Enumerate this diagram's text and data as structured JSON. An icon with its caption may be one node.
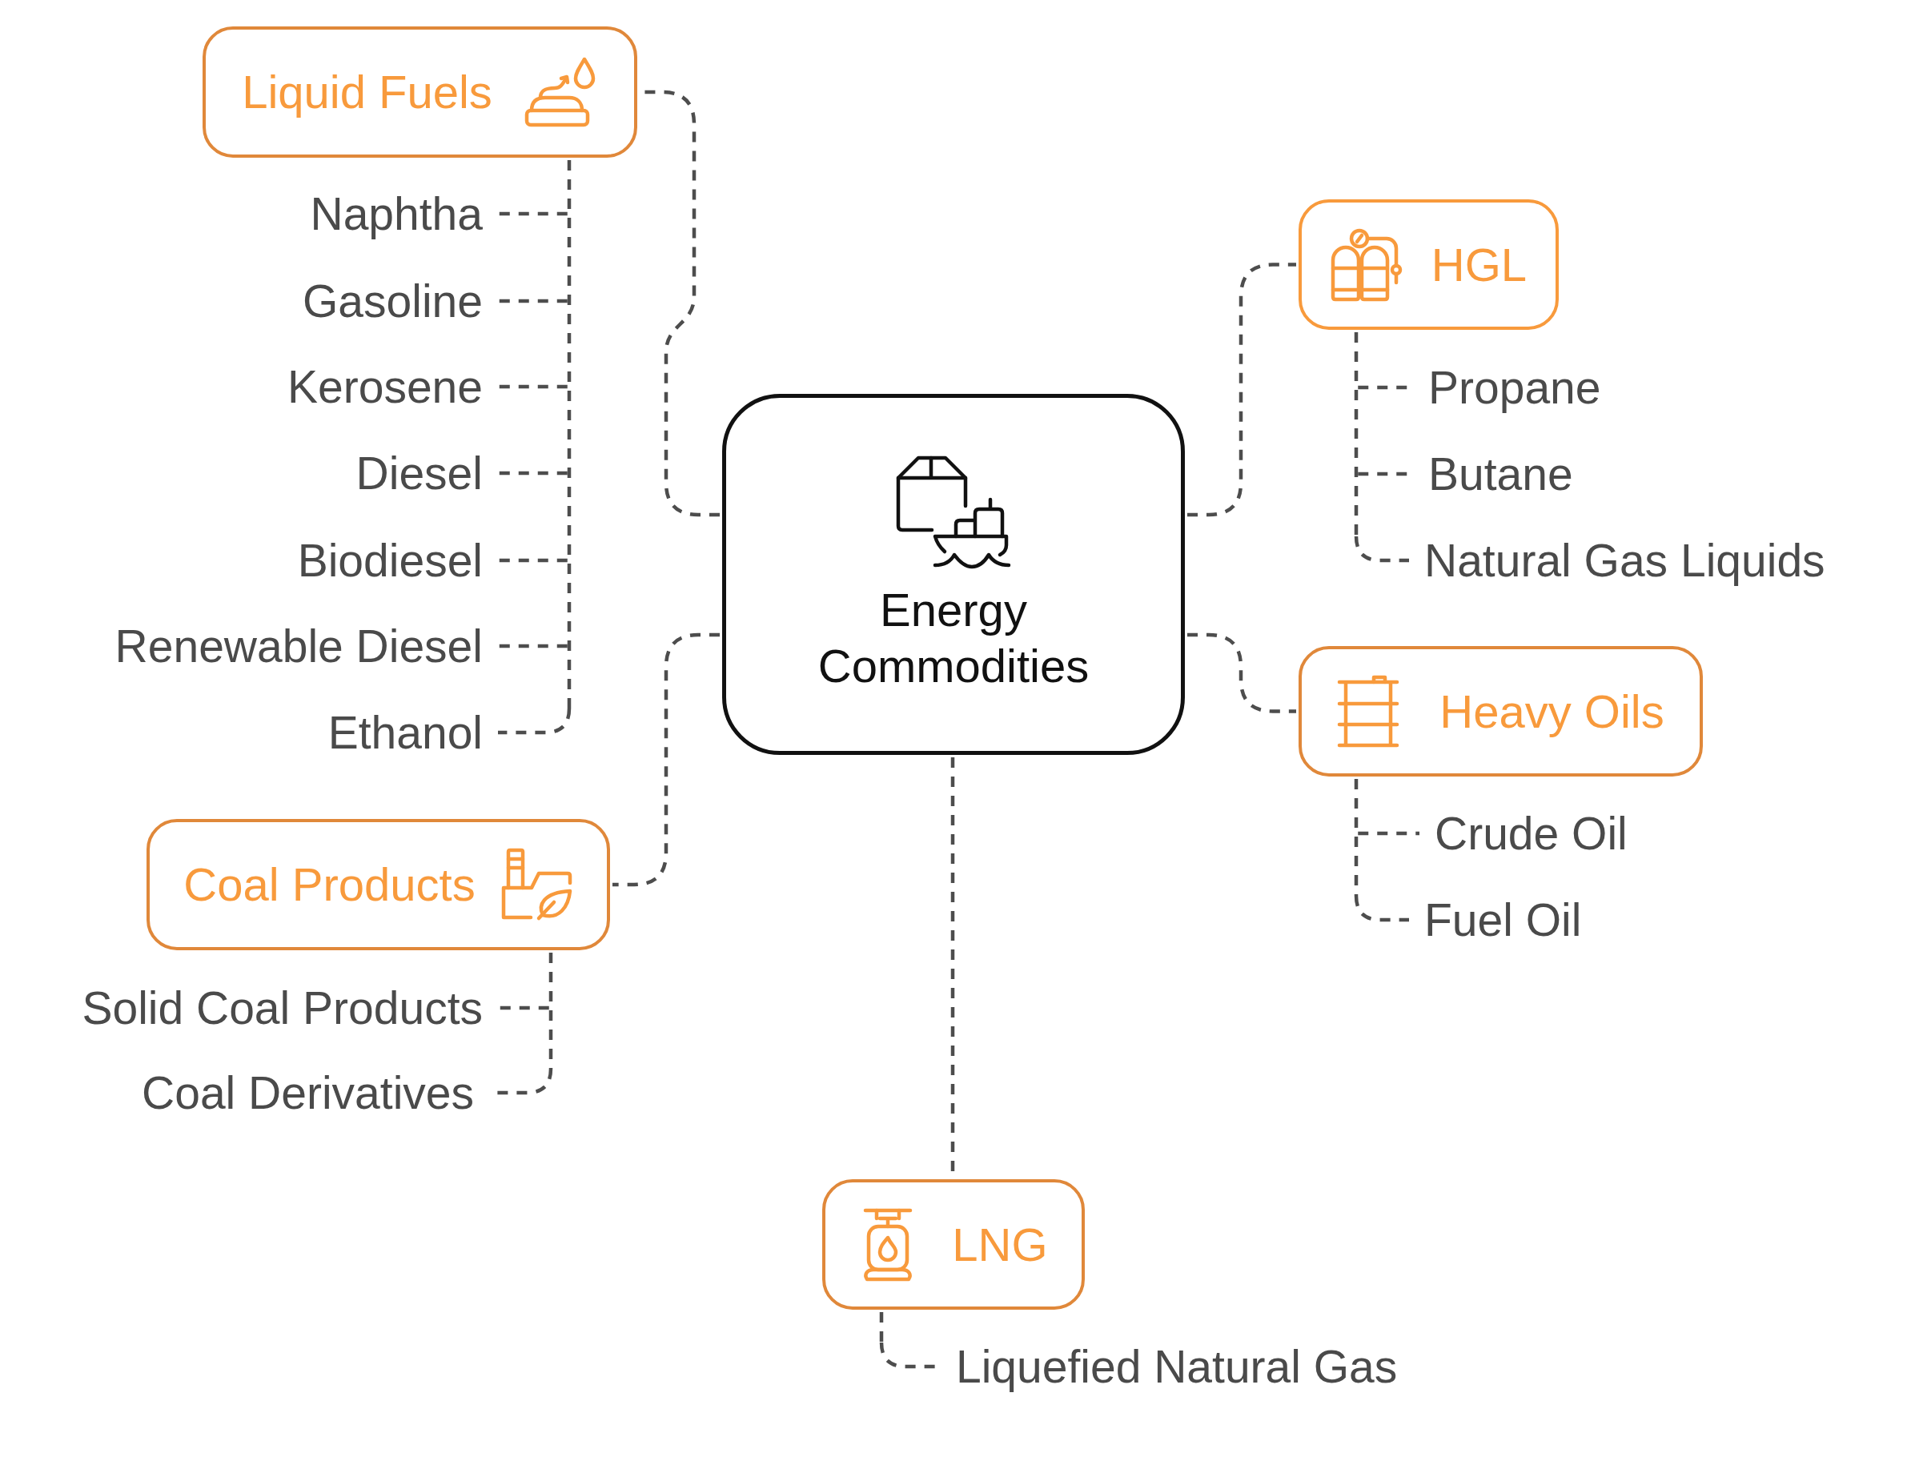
{
  "diagram": {
    "nodes": [
      {
        "text": [
          "Energy Commodities"
        ]
      },
      {
        "text": [
          "Liquid Fuels"
        ]
      },
      {
        "text": [
          "Naphtha"
        ]
      },
      {
        "text": [
          "Gasoline"
        ]
      },
      {
        "text": [
          "Kerosene"
        ]
      },
      {
        "text": [
          "Diesel"
        ]
      },
      {
        "text": [
          "Biodiesel"
        ]
      },
      {
        "text": [
          "Renewable Diesel"
        ]
      },
      {
        "text": [
          "Ethanol"
        ]
      },
      {
        "text": [
          "HGL"
        ]
      },
      {
        "text": [
          "Propane"
        ]
      },
      {
        "text": [
          "Butane"
        ]
      },
      {
        "text": [
          "Natural Gas Liquids"
        ]
      },
      {
        "text": [
          "Heavy Oils"
        ]
      },
      {
        "text": [
          "Crude Oil"
        ]
      },
      {
        "text": [
          "Fuel Oil"
        ]
      },
      {
        "text": [
          "Coal Products"
        ]
      },
      {
        "text": [
          "Solid Coal Products"
        ]
      },
      {
        "text": [
          "Coal Derivatives"
        ]
      },
      {
        "text": [
          "LNG"
        ]
      },
      {
        "text": [
          "Liquefied Natural Gas"
        ]
      }
    ],
    "edges": [
      {
        "from": 0,
        "to": 1,
        "arrow": "none",
        "style": "dashed"
      },
      {
        "from": 1,
        "to": 2,
        "arrow": "none",
        "style": "dashed"
      },
      {
        "from": 1,
        "to": 3,
        "arrow": "none",
        "style": "dashed"
      },
      {
        "from": 1,
        "to": 4,
        "arrow": "none",
        "style": "dashed"
      },
      {
        "from": 1,
        "to": 5,
        "arrow": "none",
        "style": "dashed"
      },
      {
        "from": 1,
        "to": 6,
        "arrow": "none",
        "style": "dashed"
      },
      {
        "from": 1,
        "to": 7,
        "arrow": "none",
        "style": "dashed"
      },
      {
        "from": 1,
        "to": 8,
        "arrow": "none",
        "style": "dashed"
      },
      {
        "from": 0,
        "to": 9,
        "arrow": "none",
        "style": "dashed"
      },
      {
        "from": 9,
        "to": 10,
        "arrow": "none",
        "style": "dashed"
      },
      {
        "from": 9,
        "to": 11,
        "arrow": "none",
        "style": "dashed"
      },
      {
        "from": 9,
        "to": 12,
        "arrow": "none",
        "style": "dashed"
      },
      {
        "from": 0,
        "to": 13,
        "arrow": "none",
        "style": "dashed"
      },
      {
        "from": 13,
        "to": 14,
        "arrow": "none",
        "style": "dashed"
      },
      {
        "from": 13,
        "to": 15,
        "arrow": "none",
        "style": "dashed"
      },
      {
        "from": 0,
        "to": 16,
        "arrow": "none",
        "style": "dashed"
      },
      {
        "from": 16,
        "to": 17,
        "arrow": "none",
        "style": "dashed"
      },
      {
        "from": 16,
        "to": 18,
        "arrow": "none",
        "style": "dashed"
      },
      {
        "from": 0,
        "to": 19,
        "arrow": "none",
        "style": "dashed"
      },
      {
        "from": 19,
        "to": 20,
        "arrow": "none",
        "style": "dashed"
      }
    ]
  }
}
